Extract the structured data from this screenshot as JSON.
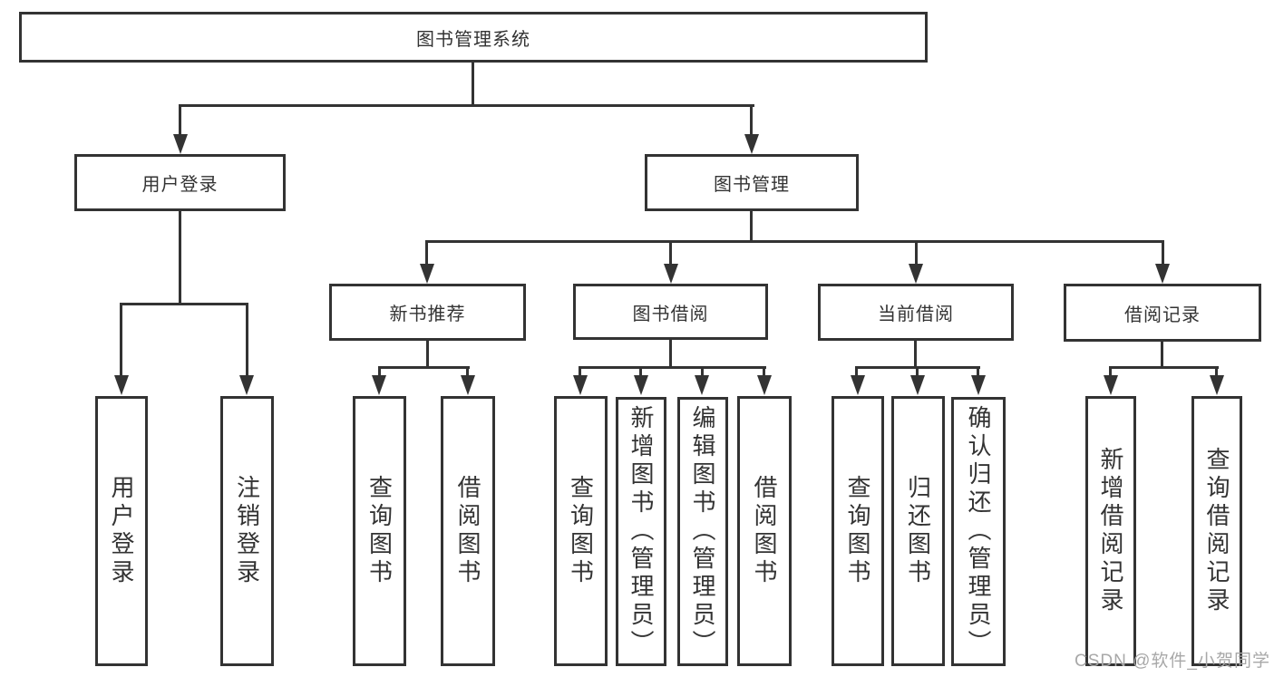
{
  "diagram": {
    "root": {
      "label": "图书管理系统"
    },
    "level2": [
      {
        "label": "用户登录"
      },
      {
        "label": "图书管理"
      }
    ],
    "level3": [
      {
        "label": "新书推荐"
      },
      {
        "label": "图书借阅"
      },
      {
        "label": "当前借阅"
      },
      {
        "label": "借阅记录"
      }
    ],
    "leaves": {
      "user_login": [
        "用户登录",
        "注销登录"
      ],
      "new_book_recommend": [
        "查询图书",
        "借阅图书"
      ],
      "book_borrow": [
        "查询图书",
        "新增图书（管理员）",
        "编辑图书（管理员）",
        "借阅图书"
      ],
      "current_borrow": [
        "查询图书",
        "归还图书",
        "确认归还（管理员）"
      ],
      "borrow_record": [
        "新增借阅记录",
        "查询借阅记录"
      ]
    },
    "watermark": "CSDN @软件_小贺同学",
    "colors": {
      "line": "#333333",
      "text": "#333333",
      "background": "#ffffff",
      "watermark": "#a8a8a8"
    }
  }
}
